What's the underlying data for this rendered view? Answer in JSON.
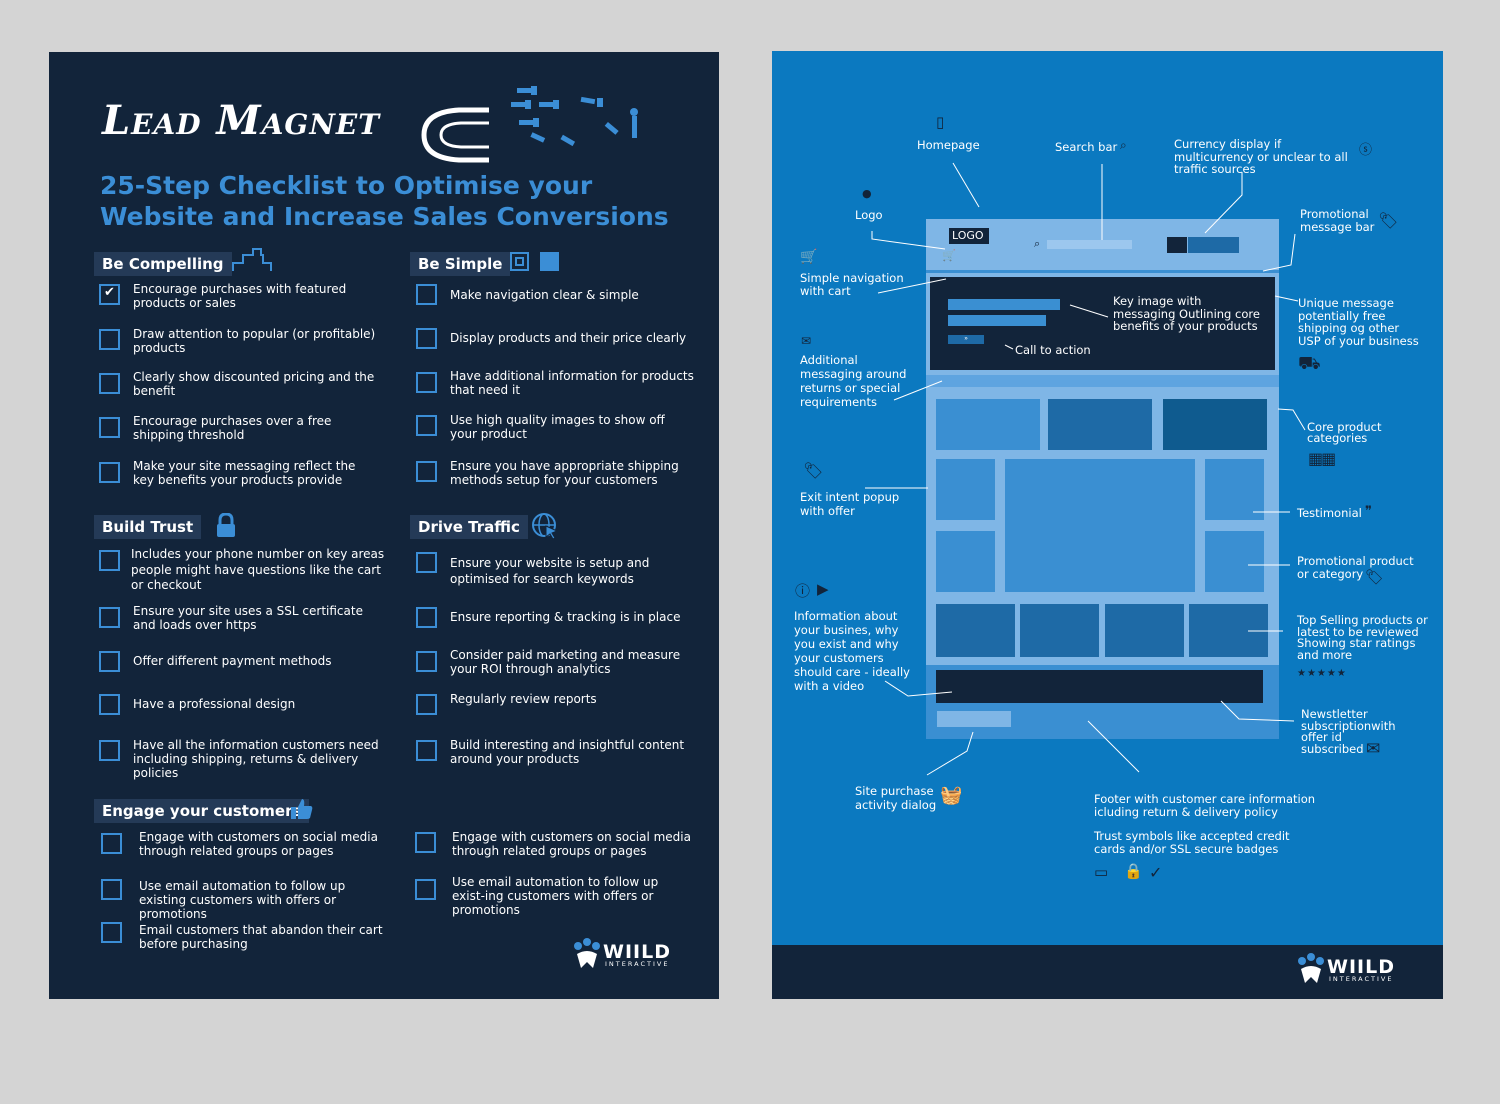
{
  "left": {
    "title": "Lead Magnet",
    "subtitle": "25-Step Checklist to Optimise your Website and Increase Sales Conversions",
    "sections": [
      {
        "title": "Be Compelling",
        "items": [
          {
            "text": "Encourage purchases with featured products or sales",
            "checked": true
          },
          {
            "text": "Draw attention to popular (or profitable) products",
            "checked": false
          },
          {
            "text": "Clearly show discounted pricing and the benefit",
            "checked": false
          },
          {
            "text": "Encourage purchases over a free shipping threshold",
            "checked": false
          },
          {
            "text": "Make your site messaging reflect the key benefits your products provide",
            "checked": false
          }
        ]
      },
      {
        "title": "Be Simple",
        "items": [
          {
            "text": "Make navigation clear & simple",
            "checked": false
          },
          {
            "text": "Display products and their price clearly",
            "checked": false
          },
          {
            "text": "Have additional information for products that need it",
            "checked": false
          },
          {
            "text": "Use high quality images to show off your product",
            "checked": false
          },
          {
            "text": "Ensure you have appropriate shipping methods setup for your customers",
            "checked": false
          }
        ]
      },
      {
        "title": "Build Trust",
        "items": [
          {
            "text": "Includes your phone number on key areas people might have questions like the cart or checkout",
            "checked": false
          },
          {
            "text": "Ensure your site uses a SSL certificate and loads over https",
            "checked": false
          },
          {
            "text": "Offer different payment methods",
            "checked": false
          },
          {
            "text": "Have a professional design",
            "checked": false
          },
          {
            "text": "Have all the information customers need including shipping, returns & delivery policies",
            "checked": false
          }
        ]
      },
      {
        "title": "Drive Traffic",
        "items": [
          {
            "text": "Ensure your website is setup and optimised for search keywords",
            "checked": false
          },
          {
            "text": "Ensure reporting & tracking is in place",
            "checked": false
          },
          {
            "text": "Consider paid marketing and measure your ROI through analytics",
            "checked": false
          },
          {
            "text": "Regularly review reports",
            "checked": false
          },
          {
            "text": "Build interesting and insightful content around your products",
            "checked": false
          }
        ]
      },
      {
        "title": "Engage your customers",
        "items": [
          {
            "text": "Engage with customers on social media through related groups or pages",
            "checked": false
          },
          {
            "text": "Use email automation to follow up existing customers with offers or promotions",
            "checked": false
          },
          {
            "text": "Email customers that abandon their cart before purchasing",
            "checked": false
          },
          {
            "text": "Engage with customers on social media through related groups or pages",
            "checked": false
          },
          {
            "text": "Use email automation to follow up exist-ing customers with offers or promotions",
            "checked": false
          }
        ]
      }
    ],
    "brand": {
      "name": "WIILD",
      "sub": "INTERACTIVE"
    }
  },
  "right": {
    "mock_logo": "LOGO",
    "mock_cta": "»",
    "labels": {
      "homepage": "Homepage",
      "search_bar": "Search bar",
      "currency": "Currency display if multicurrency or unclear to all traffic sources",
      "logo": "Logo",
      "promo_bar": "Promotional message bar",
      "simple_nav": "Simple navigation with cart",
      "key_image": "Key image with messaging Outlining core benefits of your products",
      "usp": "Unique message potentially free shipping og other USP of your business",
      "cta": "Call to action",
      "additional": "Additional messaging around returns or special requirements",
      "core_categories": "Core product categories",
      "exit_intent": "Exit intent popup with offer",
      "testimonial": "Testimonial",
      "promo_product": "Promotional product or category",
      "information": "Information about your busines, why you exist and why your customers should care - ideally with a video",
      "top_selling": "Top Selling products or latest to be reviewed Showing star ratings and more",
      "stars": "★★★★★",
      "newsletter": "Newstletter subscriptionwith offer id subscribed",
      "site_purchase": "Site purchase activity dialog",
      "footer_info": "Footer with customer care information icluding return & delivery policy",
      "trust": "Trust symbols like accepted credit cards and/or SSL secure badges"
    },
    "brand": {
      "name": "WIILD",
      "sub": "INTERACTIVE"
    }
  },
  "colors": {
    "navy": "#12243a",
    "accent": "#3b8ed6",
    "blue_page": "#0b79c0",
    "mock_light": "#7fb6e6",
    "mock_mid": "#3a8fd2",
    "mock_dark": "#1e6aa6"
  }
}
